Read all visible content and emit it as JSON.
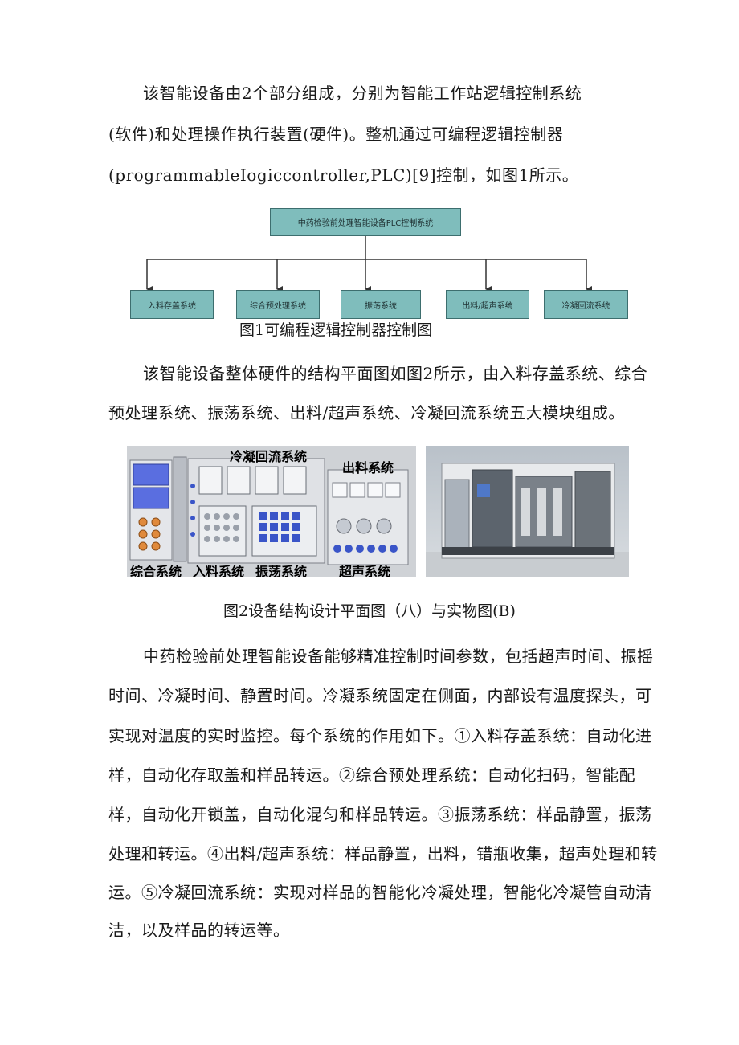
{
  "paragraph1": {
    "line1": "该智能设备由2个部分组成，分别为智能工作站逻辑控制系统",
    "line2": "(软件)和处理操作执行装置(硬件)。整机通过可编程逻辑控制器",
    "line3": "(programmableIogiccontroller,PLC)[9]控制，如图1所示。"
  },
  "figure1": {
    "root": "中药检验前处理智能设备PLC控制系统",
    "children": [
      "入料存盖系统",
      "综合预处理系统",
      "振荡系统",
      "出料/超声系统",
      "冷凝回流系统"
    ],
    "caption": "图1可编程逻辑控制器控制图"
  },
  "paragraph2": {
    "line1": "该智能设备整体硬件的结构平面图如图2所示，由入料存盖系统、综合",
    "line2": "预处理系统、振荡系统、出料/超声系统、冷凝回流系统五大模块组成。"
  },
  "figure2": {
    "labels": {
      "condense": "冷凝回流系统",
      "output": "出料系统",
      "integrated": "综合系统",
      "input": "入料系统",
      "shake": "振荡系统",
      "ultrasound": "超声系统"
    },
    "caption": "图2设备结构设计平面图（八）与实物图(B)"
  },
  "paragraph3": {
    "line1": "中药检验前处理智能设备能够精准控制时间参数，包括超声时间、振摇",
    "line2": "时间、冷凝时间、静置时间。冷凝系统固定在侧面，内部设有温度探头，可",
    "line3": "实现对温度的实时监控。每个系统的作用如下。①入料存盖系统：自动化进",
    "line4": "样，自动化存取盖和样品转运。②综合预处理系统：自动化扫码，智能配",
    "line5": "样，自动化开锁盖，自动化混匀和样品转运。③振荡系统：样品静置，振荡",
    "line6": "处理和转运。④出料/超声系统：样品静置，出料，错瓶收集，超声处理和转",
    "line7": "运。⑤冷凝回流系统：实现对样品的智能化冷凝处理，智能化冷凝管自动清",
    "line8": "洁，以及样品的转运等。"
  }
}
